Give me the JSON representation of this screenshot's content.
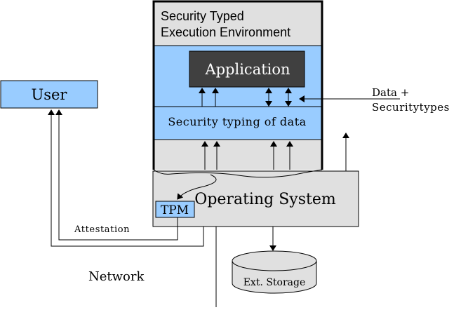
{
  "diagram": {
    "sete": {
      "title_line1": "Security Typed",
      "title_line2": "Execution Environment"
    },
    "application": {
      "label": "Application"
    },
    "security_typing": {
      "label": "Security typing of data"
    },
    "user": {
      "label": "User"
    },
    "os": {
      "label": "Operating System"
    },
    "tpm": {
      "label": "TPM"
    },
    "attestation": {
      "label": "Attestation"
    },
    "network": {
      "label": "Network"
    },
    "storage": {
      "label": "Ext. Storage"
    },
    "data_input": {
      "line1": "Data +",
      "line2": "Securitytypes"
    },
    "colors": {
      "blue": "#99ccff",
      "gray": "#e0e0e0",
      "dark": "#404040",
      "line": "#000000"
    }
  }
}
